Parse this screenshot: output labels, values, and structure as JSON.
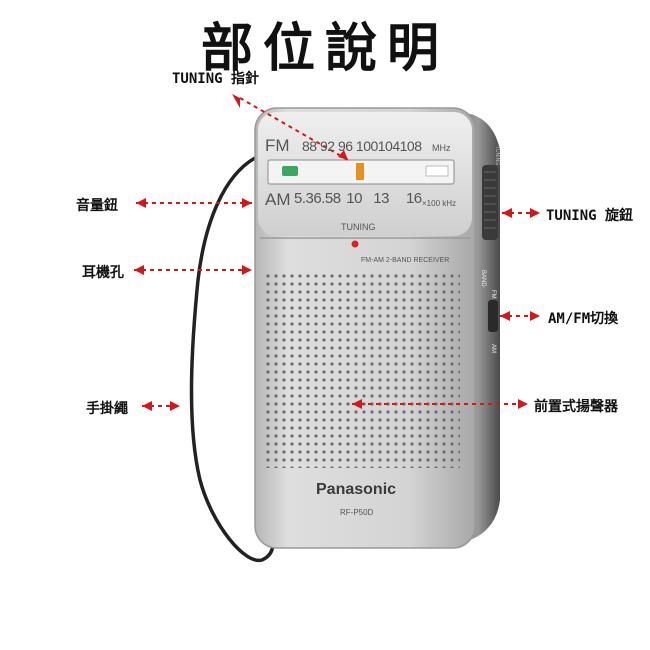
{
  "title": "部位說明",
  "labels": {
    "tuning_pointer": "TUNING 指針",
    "volume_knob": "音量鈕",
    "earphone_jack": "耳機孔",
    "hand_strap": "手掛繩",
    "tuning_knob": "TUNING 旋鈕",
    "am_fm_switch": "AM/FM切換",
    "front_speaker": "前置式揚聲器"
  },
  "radio": {
    "fm_label": "FM",
    "fm_scale": [
      "88",
      "92",
      "96",
      "100",
      "104",
      "108"
    ],
    "fm_unit": "MHz",
    "am_label": "AM",
    "am_scale": [
      "5.3",
      "6.5",
      "8",
      "10",
      "13",
      "16"
    ],
    "am_unit": "×100 kHz",
    "tuning_text": "TUNING",
    "receiver_text": "FM-AM 2-BAND RECEIVER",
    "brand": "Panasonic",
    "model": "RF-P50D",
    "side_band": "BAND",
    "side_fm": "FM",
    "side_am": "AM",
    "side_tuning": "TUNING"
  },
  "colors": {
    "arrow": "#d21818",
    "body": "#c9c9c9",
    "indicator": "#e8901c",
    "led": "#e02020"
  }
}
